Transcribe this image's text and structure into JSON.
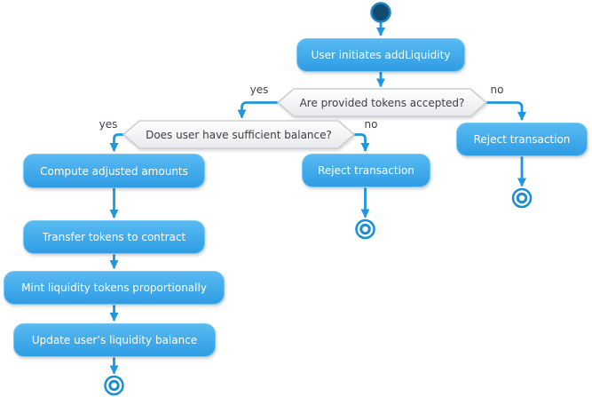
{
  "diagram_type": "activity-flowchart",
  "nodes": {
    "start": {
      "shape": "start-circle"
    },
    "user_initiates": {
      "label": "User initiates addLiquidity",
      "shape": "activity"
    },
    "tokens_accepted": {
      "label": "Are provided tokens accepted?",
      "shape": "decision"
    },
    "sufficient_balance": {
      "label": "Does user have sufficient balance?",
      "shape": "decision"
    },
    "compute_amounts": {
      "label": "Compute adjusted amounts",
      "shape": "activity"
    },
    "transfer_tokens": {
      "label": "Transfer tokens to contract",
      "shape": "activity"
    },
    "mint_tokens": {
      "label": "Mint liquidity tokens proportionally",
      "shape": "activity"
    },
    "update_balance": {
      "label": "Update user’s liquidity balance",
      "shape": "activity"
    },
    "reject_transaction_balance": {
      "label": "Reject transaction",
      "shape": "activity"
    },
    "reject_transaction_tokens": {
      "label": "Reject transaction",
      "shape": "activity"
    },
    "end_main": {
      "shape": "end-circle"
    },
    "end_balance_no": {
      "shape": "end-circle"
    },
    "end_tokens_no": {
      "shape": "end-circle"
    }
  },
  "edge_labels": {
    "tokens_yes": "yes",
    "tokens_no": "no",
    "balance_yes": "yes",
    "balance_no": "no"
  },
  "colors": {
    "activity_fill_top": "#58baf1",
    "activity_fill_bottom": "#2e9ce4",
    "activity_border": "#79c8f5",
    "activity_text": "#ffffff",
    "decision_fill_top": "#ffffff",
    "decision_fill_bottom": "#e7e9ec",
    "decision_border": "#c9ced3",
    "decision_text": "#3a4047",
    "arrow": "#1f97e0",
    "start_fill": "#134a72",
    "start_stroke": "#1d84c6",
    "end_ring": "#1b8ed2",
    "background": "#ffffff"
  }
}
